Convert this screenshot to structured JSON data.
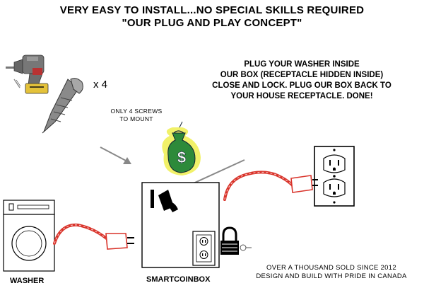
{
  "headline": {
    "line1": "VERY EASY TO INSTALL...NO SPECIAL SKILLS REQUIRED",
    "line2": "\"OUR PLUG AND PLAY CONCEPT\""
  },
  "instructions": {
    "lines": [
      "PLUG YOUR WASHER INSIDE",
      "OUR BOX (RECEPTACLE HIDDEN INSIDE)",
      "CLOSE AND LOCK. PLUG OUR BOX BACK TO",
      "YOUR HOUSE RECEPTACLE. DONE!"
    ]
  },
  "screws": {
    "multiplier": "x 4",
    "note_lines": [
      "ONLY 4 SCREWS",
      "TO MOUNT"
    ]
  },
  "money_bag": {
    "symbol": "$"
  },
  "labels": {
    "washer": "WASHER",
    "smartcoinbox": "SMARTCOINBOX"
  },
  "footer": {
    "line1": "OVER A THOUSAND SOLD SINCE 2012",
    "line2": "DESIGN AND BUILD WITH PRIDE IN CANADA"
  },
  "colors": {
    "cord": "#d9332a",
    "bag": "#2d8a3a",
    "glow": "#e8e83a",
    "arrow": "#888888"
  }
}
